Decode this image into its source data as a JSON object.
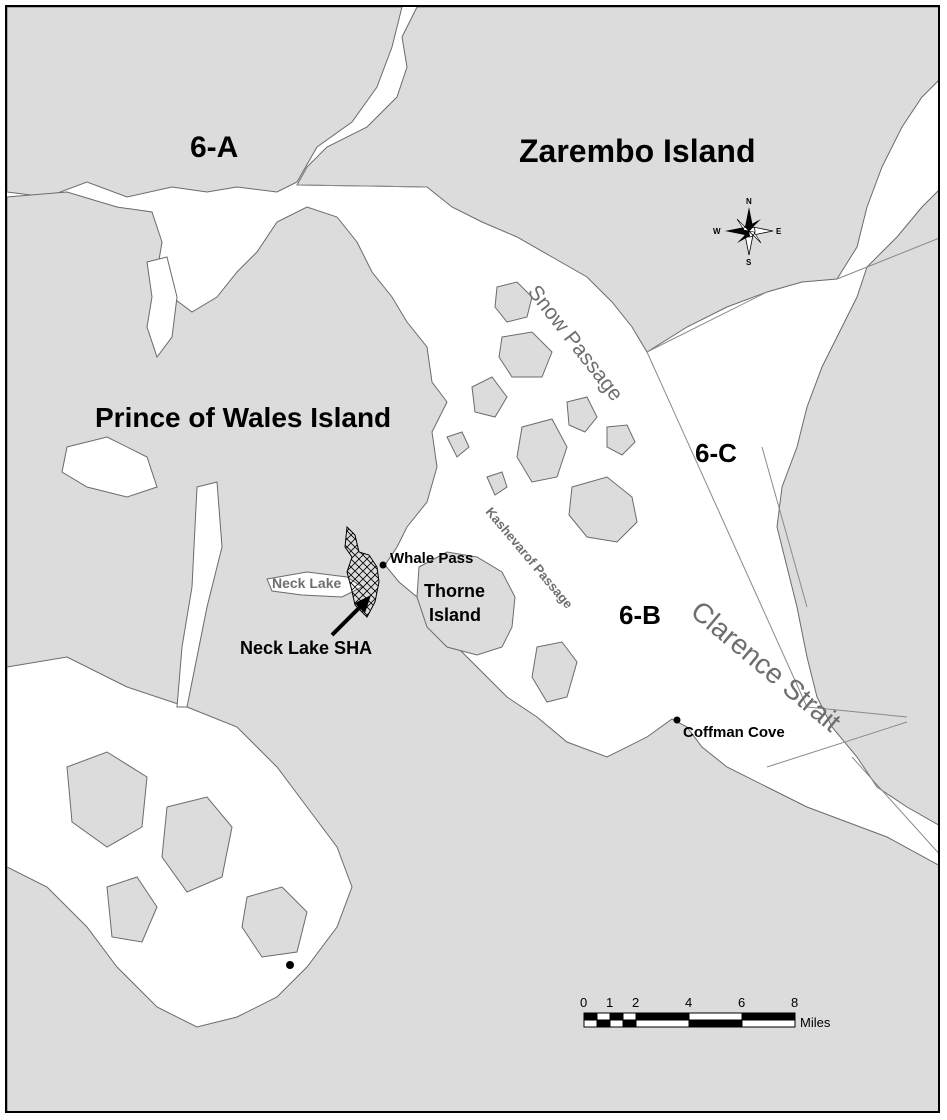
{
  "labels": {
    "zarembo": "Zarembo Island",
    "prince_of_wales": "Prince of Wales Island",
    "area_6a": "6-A",
    "area_6b": "6-B",
    "area_6c": "6-C",
    "snow_passage": "Snow Passage",
    "kashevarof_passage": "Kashevarof Passage",
    "clarence_strait": "Clarence Strait",
    "thorne_line1": "Thorne",
    "thorne_line2": "Island",
    "whale_pass": "Whale Pass",
    "neck_lake": "Neck Lake",
    "neck_lake_sha": "Neck Lake SHA",
    "coffman_cove": "Coffman Cove"
  },
  "compass": {
    "n": "N",
    "s": "S",
    "e": "E",
    "w": "W"
  },
  "scale_bar": {
    "ticks": [
      "0",
      "1",
      "2",
      "4",
      "6",
      "8"
    ],
    "unit": "Miles"
  },
  "colors": {
    "land": "#dcdcdc",
    "water": "#ffffff",
    "coast": "#6b6b6b",
    "boundary": "#8a8a8a"
  }
}
